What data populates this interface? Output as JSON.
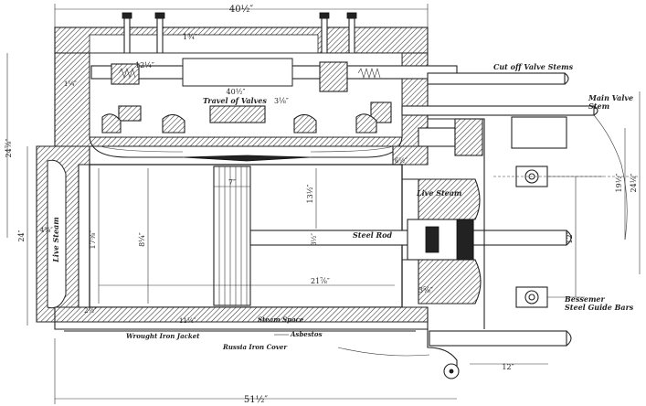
{
  "labels": {
    "cutoff_valve_stems": "Cut off Valve Stems",
    "main_valve_stem": "Main Valve\nStem",
    "travel_of_valves": "Travel of Valves",
    "travel_value": "3⅛″",
    "live_steam_right": "Live Steam",
    "live_steam_left": "Live Steam",
    "steel_rod": "Steel Rod",
    "steam_space": "Steam Space",
    "wrought_iron_jacket": "Wrought Iron Jacket",
    "asbestos": "Asbestos",
    "russia_iron_cover": "Russia Iron Cover",
    "guide_bars": "Bessemer\nSteel Guide Bars"
  },
  "dimensions": {
    "top_overall": "40½″",
    "valve_stem_len": "40½″",
    "stroke": "24⅞″",
    "bore_height": "17⅝″",
    "left_height": "24″",
    "bottom_overall": "51½″",
    "guide_spacing": "12″",
    "right_height": "19½″",
    "far_right": "24⅛″",
    "cyl_length": "21⅞″",
    "small_a": "12¼″",
    "small_b": "11¼″",
    "small_c": "8¼″",
    "small_d": "13½″",
    "small_e": "4⅝″",
    "small_f": "7″",
    "rod_dia": "3½″",
    "wall_thk": "1¼″",
    "crosshead": "6½″",
    "head_thk": "2½″",
    "port": "1¾″",
    "misc": "3⅝″"
  }
}
